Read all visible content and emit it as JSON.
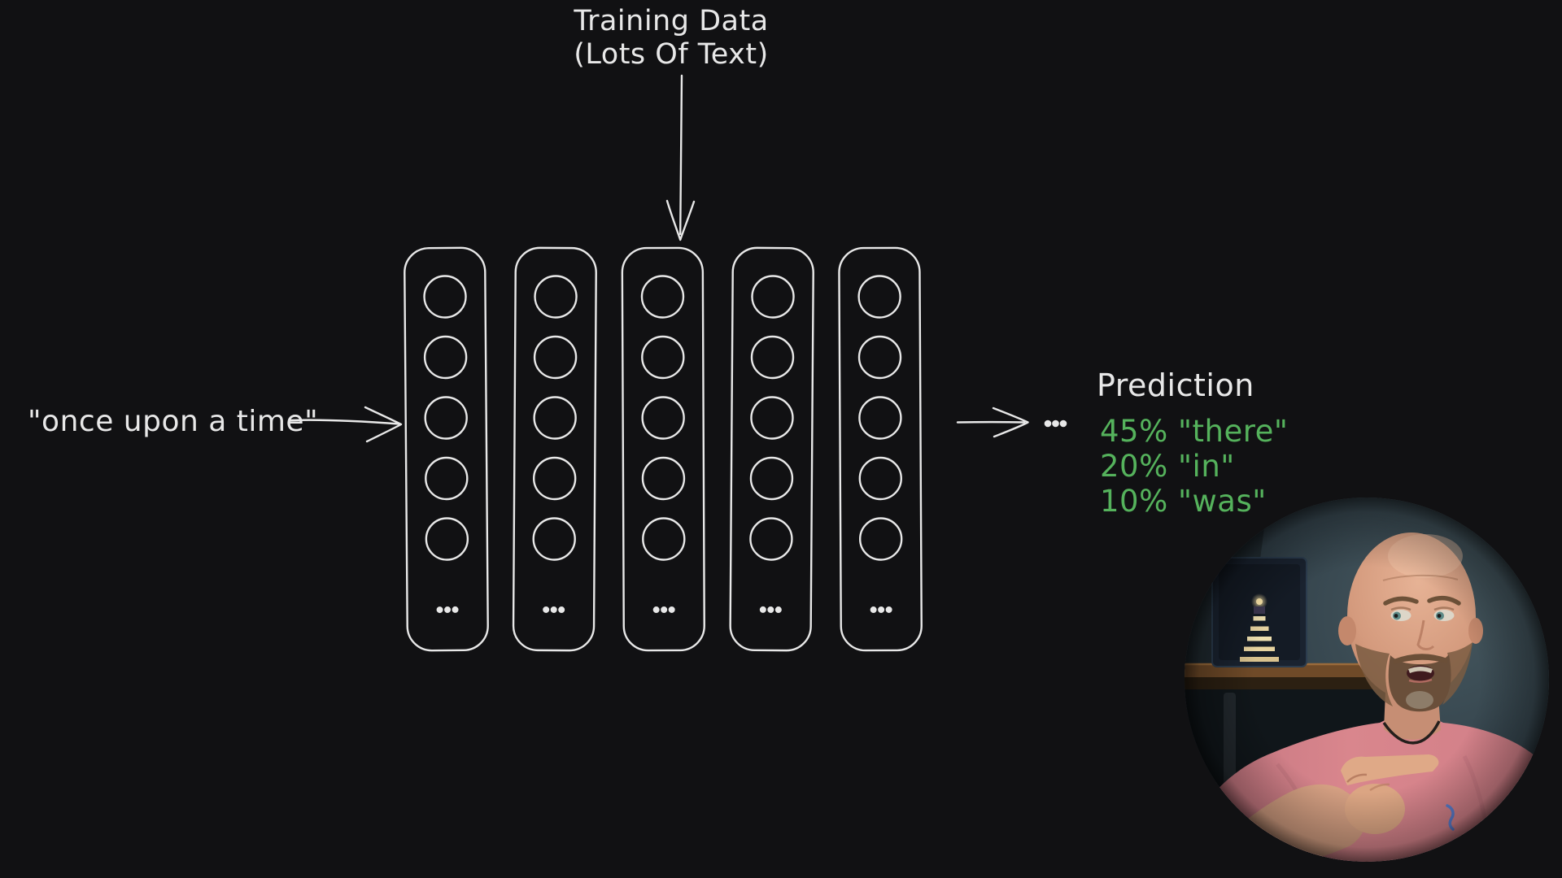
{
  "frame": {
    "background": "#111113",
    "ink": "#e8e8e8",
    "green": "#55b25c"
  },
  "title": {
    "line1": "Training Data",
    "line2": "(Lots Of Text)"
  },
  "input_label": "\"once upon a time\"",
  "diagram": {
    "columns": 5,
    "nodes_per_column": 5,
    "column_ellipsis": "..."
  },
  "output": {
    "ellipsis": "...",
    "heading": "Prediction",
    "predictions": [
      {
        "probability": "45%",
        "token": "\"there\""
      },
      {
        "probability": "20%",
        "token": "\"in\""
      },
      {
        "probability": "10%",
        "token": "\"was\""
      }
    ]
  }
}
